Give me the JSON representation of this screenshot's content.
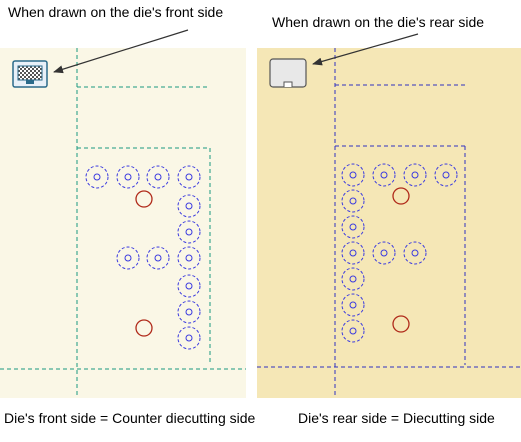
{
  "front": {
    "callout": "When drawn on the die's front side",
    "caption": "Die's front side = Counter diecutting side",
    "background": "#faf7e6",
    "icon": "checkered-panel-icon"
  },
  "rear": {
    "callout": "When drawn on the die's rear side",
    "caption": "Die's rear side = Diecutting side",
    "background": "#f5e7b6",
    "icon": "plain-panel-icon"
  },
  "colors": {
    "front_lines": "#1a9a80",
    "rear_lines": "#3030c0",
    "holes": "#3a3ae0",
    "pins": "#b02a1a",
    "arrow": "#333333"
  }
}
